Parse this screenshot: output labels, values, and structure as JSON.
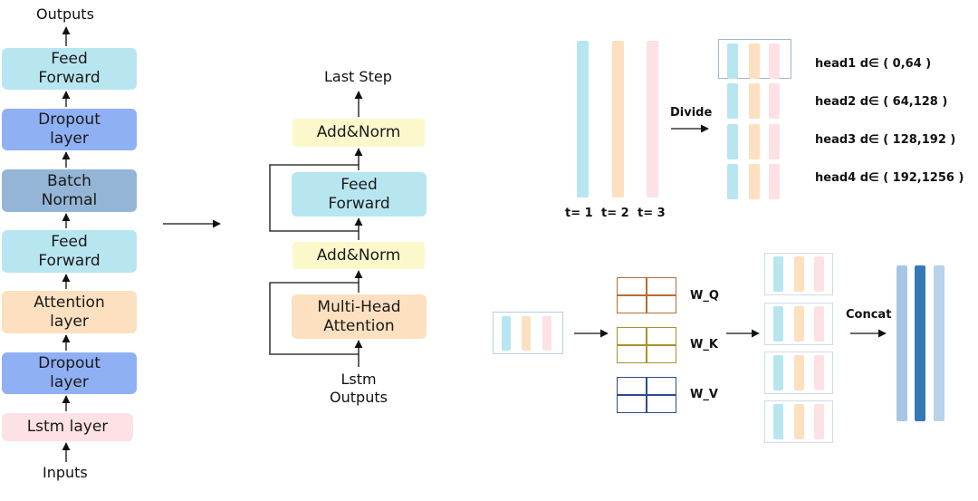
{
  "colors": {
    "cyan": "#b8e6f0",
    "blue": "#8fb0f3",
    "steel": "#94b5d6",
    "peach": "#fce0c0",
    "pink": "#fde1e5",
    "yellow": "#fbf8cc",
    "wq": "#b86a32",
    "wk": "#a8922a",
    "wv": "#2c4a8c",
    "outLight": "#a7c6e4",
    "outDark": "#3578b8",
    "outMid": "#b7d2ea"
  },
  "left_stack": {
    "outputs": "Outputs",
    "inputs": "Inputs",
    "blocks": [
      {
        "label": "Feed\nForward"
      },
      {
        "label": "Dropout\nlayer"
      },
      {
        "label": "Batch\nNormal"
      },
      {
        "label": "Feed\nForward"
      },
      {
        "label": "Attention\nlayer"
      },
      {
        "label": "Dropout\nlayer"
      },
      {
        "label": "Lstm layer"
      }
    ]
  },
  "middle_stack": {
    "last_step": "Last Step",
    "lstm_outputs": "Lstm\nOutputs",
    "add_norm_top": "Add&Norm",
    "feed_forward": "Feed\nForward",
    "add_norm_bottom": "Add&Norm",
    "mha": "Multi-Head\nAttention"
  },
  "divide": {
    "arrow_label": "Divide",
    "time_labels": [
      "t= 1",
      "t= 2",
      "t= 3"
    ],
    "heads": [
      "head1 d∈ ( 0,64 )",
      "head2 d∈ ( 64,128 )",
      "head3 d∈ ( 128,192 )",
      "head4 d∈ ( 192,1256 )"
    ]
  },
  "projection": {
    "weights": [
      "W_Q",
      "W_K",
      "W_V"
    ],
    "concat_label": "Concat"
  }
}
